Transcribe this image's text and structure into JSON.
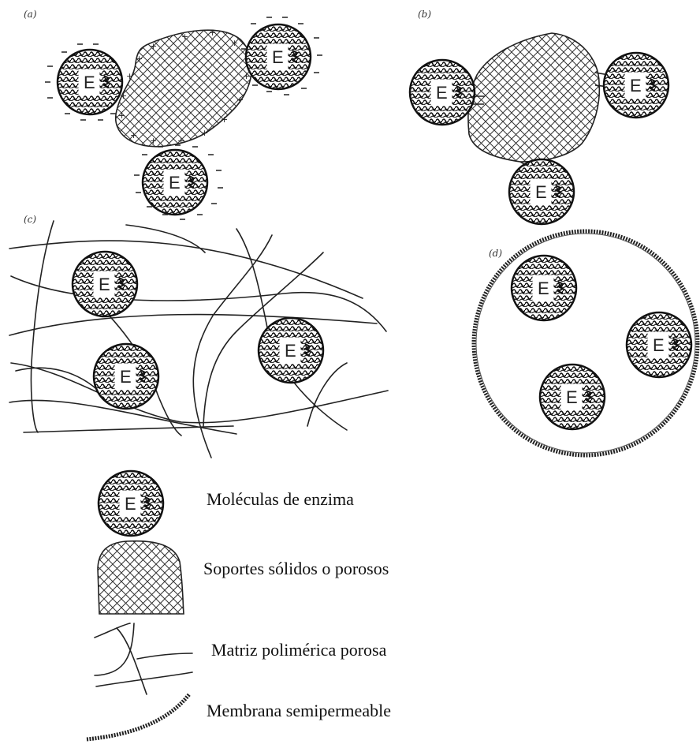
{
  "panels": {
    "a": {
      "label": "(a)"
    },
    "b": {
      "label": "(b)"
    },
    "c": {
      "label": "(c)"
    },
    "d": {
      "label": "(d)"
    }
  },
  "enzyme_letter": "E",
  "charges": {
    "negative": "−",
    "positive": "+"
  },
  "legend": {
    "enzyme": "Moléculas de enzima",
    "support": "Soportes sólidos o porosos",
    "matrix": "Matriz polimérica porosa",
    "membrane": "Membrana semipermeable"
  },
  "colors": {
    "ink": "#222222",
    "background": "#ffffff"
  }
}
